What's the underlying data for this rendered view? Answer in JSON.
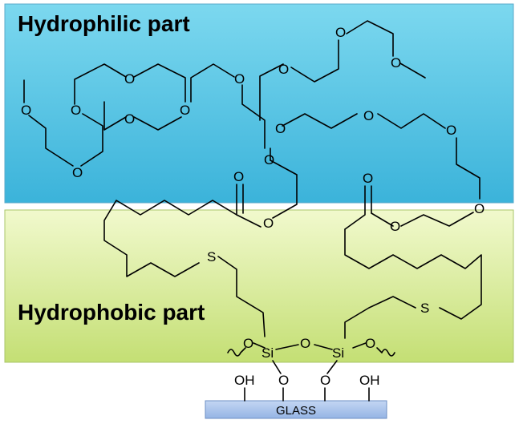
{
  "regions": {
    "hydrophilic": {
      "label": "Hydrophilic part",
      "color_top": "#6fd3ec",
      "color_bottom": "#3eb6dc"
    },
    "hydrophobic": {
      "label": "Hydrophobic part",
      "color_top": "#eef8c4",
      "color_bottom": "#c6e07a"
    }
  },
  "substrate": {
    "label": "GLASS",
    "color": "#a9c4ec"
  },
  "atoms": {
    "oxygen": "O",
    "sulfur": "S",
    "silicon": "Si",
    "hydroxyl": "OH"
  }
}
